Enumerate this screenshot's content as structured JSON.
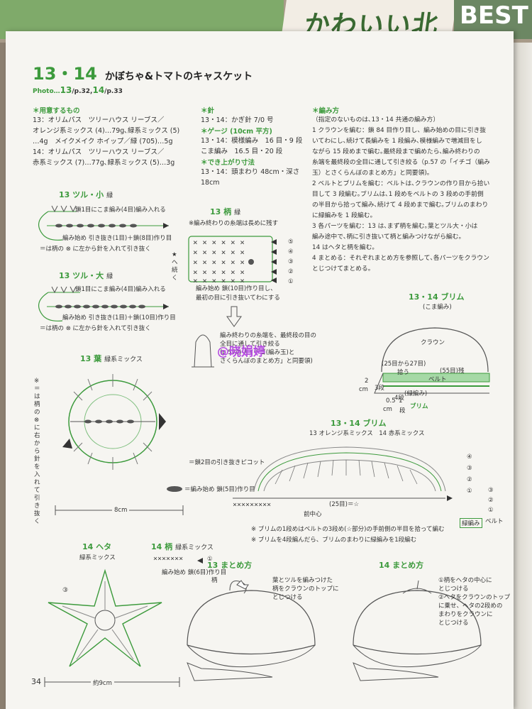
{
  "title": {
    "number": "13・14",
    "text": "かぼちゃ&トマトのキャスケット"
  },
  "photo": {
    "label": "Photo…",
    "n13": "13",
    "p13": "/p.32,",
    "n14": "14",
    "p14": "/p.33"
  },
  "cover": {
    "a": "かわいい北欧",
    "b": "BEST"
  },
  "materials": {
    "heading": "＊用意するもの",
    "lines": [
      "13：オリムパス　ツリーハウス リーブス／",
      "オレンジ系ミックス (4)…79g､緑系ミックス (5)",
      "…4g　メイクメイク ホイップ／緑 (705)…5g",
      "14：オリムパス　ツリーハウス リーブス／",
      "赤系ミックス (7)…77g､緑系ミックス (5)…3g"
    ]
  },
  "needle": {
    "heading": "＊針",
    "line": "13・14：かぎ針 7/0 号",
    "gauge_heading": "＊ゲージ (10cm 平方)",
    "gauge_lines": [
      "13・14：模様編み　16 目・9 段",
      "こま編み　16.5 目・20 段"
    ],
    "size_heading": "＊でき上がり寸法",
    "size_lines": [
      "13・14：頭まわり 48cm・深さ",
      "18cm"
    ]
  },
  "method": {
    "heading": "＊編み方",
    "lines": [
      "（指定のないものは､13・14 共通の編み方）",
      "1 クラウンを編む：鎖 84 目作り目し、編み始めの目に引き抜",
      "いてわにし､続けて長編みを 1 段編み､模様編みで増減目をし",
      "ながら 15 段めまで編む｡最終段まで編めたら､編み終わりの",
      "糸端を最終段の全目に通して引き絞る（p.57 の「イチゴ（編み",
      "玉）とさくらんぼのまとめ方」と同要領)｡",
      "2 ベルトとブリムを編む：ベルトは､クラウンの作り目から拾い",
      "目して 3 段編む｡ブリムは､1 段めをベルトの 3 段めの手前側",
      "の半目から拾って編み､続けて 4 段めまで編む｡ブリムのまわり",
      "に緑編みを 1 段編む｡",
      "3 各パーツを編む：13 は､まず柄を編む｡葉とツル大・小は",
      "編み途中で､柄に引き抜いて柄と編みつけながら編む｡",
      "14 はヘタと柄を編む｡",
      "4 まとめる：それぞれまとめ方を参照して､各パーツをクラウン",
      "とじつけてまとめる｡"
    ]
  },
  "tsuru_small": {
    "label": "13 ツル・小",
    "color": "緑",
    "note1": "鎖1目にこま編み(4目)編み入れる",
    "note2": "編み始め 引き抜き(1目)＋鎖(8目)作り目",
    "note3": "＝は柄の ⊗ に左から針を入れて引き抜く"
  },
  "tsuru_large": {
    "label": "13 ツル・大",
    "color": "緑",
    "note1": "鎖1目にこま編み(4目)編み入れる",
    "note2": "編み始め 引き抜き(1目)＋鎖(10目)作り目",
    "note3": "＝は柄の ⊗ に左から針を入れて引き抜く"
  },
  "stem13": {
    "label": "13 柄",
    "color": "緑",
    "note_top": "※編み終わりの糸端は長めに残す",
    "note_bottom1": "編み始め 鎖(10目)作り目し、",
    "note_bottom2": "最初の目に引き抜いてわにする",
    "wa": "★へ続く",
    "rows": [
      "⑤",
      "④",
      "③",
      "②",
      "①"
    ],
    "finish_lines": [
      "編み終わりの糸端を、最終段の目の",
      "全目に通して引き絞る",
      "(p.57の「イチゴ(編み玉)と",
      "さくらんぼのまとめ方」と同要領)"
    ]
  },
  "leaf": {
    "label": "13 葉",
    "color": "緑系ミックス",
    "side_note": "※ ＝は柄の ⊗ に右から針を入れて引き抜く",
    "picot": "＝鎖2目の引き抜きピコット",
    "start": "＝編み始め 鎖(5目)作り目",
    "size": "8cm"
  },
  "heta": {
    "label": "14 ヘタ",
    "color": "緑系ミックス",
    "size": "約9cm"
  },
  "stem14": {
    "label": "14 柄",
    "color": "緑系ミックス",
    "note": "編み始め 鎖(6目)作り目",
    "row": "①"
  },
  "brim_small": {
    "label": "13・14 ブリム",
    "sub": "(こま編み)",
    "crown": "クラウン",
    "pick": "(25目から27目)",
    "pick2": "拾う",
    "pick3": "(55目)残",
    "belt": "ベルト",
    "green": "(緑編み)",
    "brim": "ブリム",
    "d1": "2",
    "d1u": "cm",
    "d1s": "3段",
    "d2": "0.5",
    "d2b": "1",
    "d2u": "cm",
    "d2s": "段",
    "d3": "4段"
  },
  "brim_chart": {
    "label": "13・14 ブリム",
    "legend": "13 オレンジ系ミックス　14 赤系ミックス",
    "rows": [
      "④",
      "③",
      "②",
      "①",
      "③",
      "②",
      "①"
    ],
    "belt": "ベルト",
    "green": "緑編み",
    "count": "(25目)＝☆",
    "center": "前中心",
    "note1": "※ ブリムの1段めはベルトの3段め(☆部分)の手前側の半目を拾って編む",
    "note2": "※ ブリムを4段編んだら、ブリムのまわりに緑編みを1段編む"
  },
  "finish13": {
    "label": "13 まとめ方",
    "stem": "柄",
    "note": [
      "葉とツルを編みつけた",
      "柄をクラウンのトップに",
      "とじつける"
    ]
  },
  "finish14": {
    "label": "14 まとめ方",
    "note": [
      "①柄をヘタの中心に",
      "とじつける",
      "②ヘタをクラウンのトップ",
      "に乗せ、ヘタの2段めの",
      "まわりをクラウンに",
      "とじつける"
    ]
  },
  "watermark": "@晓娟婷",
  "page_number": "34"
}
